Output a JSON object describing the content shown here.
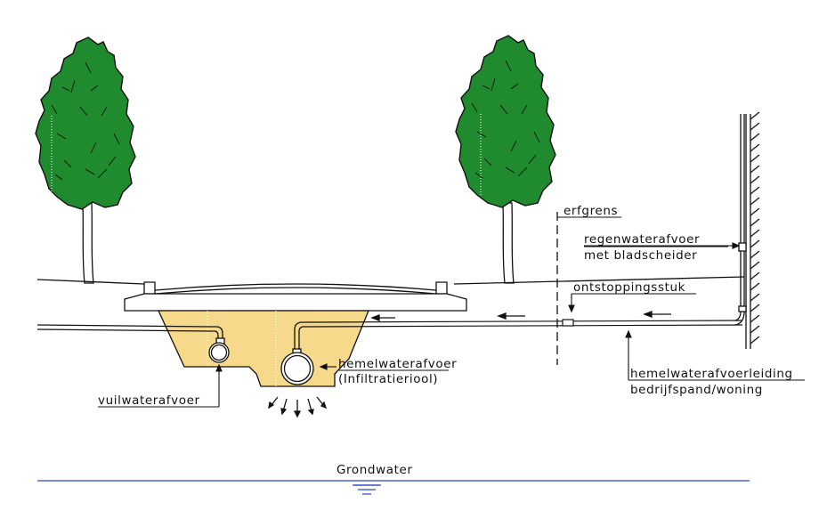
{
  "labels": {
    "erfgrens": "erfgrens",
    "regenwater_line1": "regenwaterafvoer",
    "regenwater_line2": "met bladscheider",
    "ontstopping": "ontstoppingsstuk",
    "hemelwater_line1": "hemelwaterafvoer",
    "hemelwater_line2": "(Infiltratieriool)",
    "vuilwater": "vuilwaterafvoer",
    "leiding_line1": "hemelwaterafvoerleiding",
    "leiding_line2": "bedrijfspand/woning",
    "grondwater": "Grondwater"
  },
  "colors": {
    "tree_foliage": "#1f8a2e",
    "trench_fill": "#f7d98b",
    "groundwater_line": "#2f45c9",
    "line": "#111111"
  },
  "icons": {
    "tree": "tree-icon",
    "water_level": "water-level-icon"
  }
}
